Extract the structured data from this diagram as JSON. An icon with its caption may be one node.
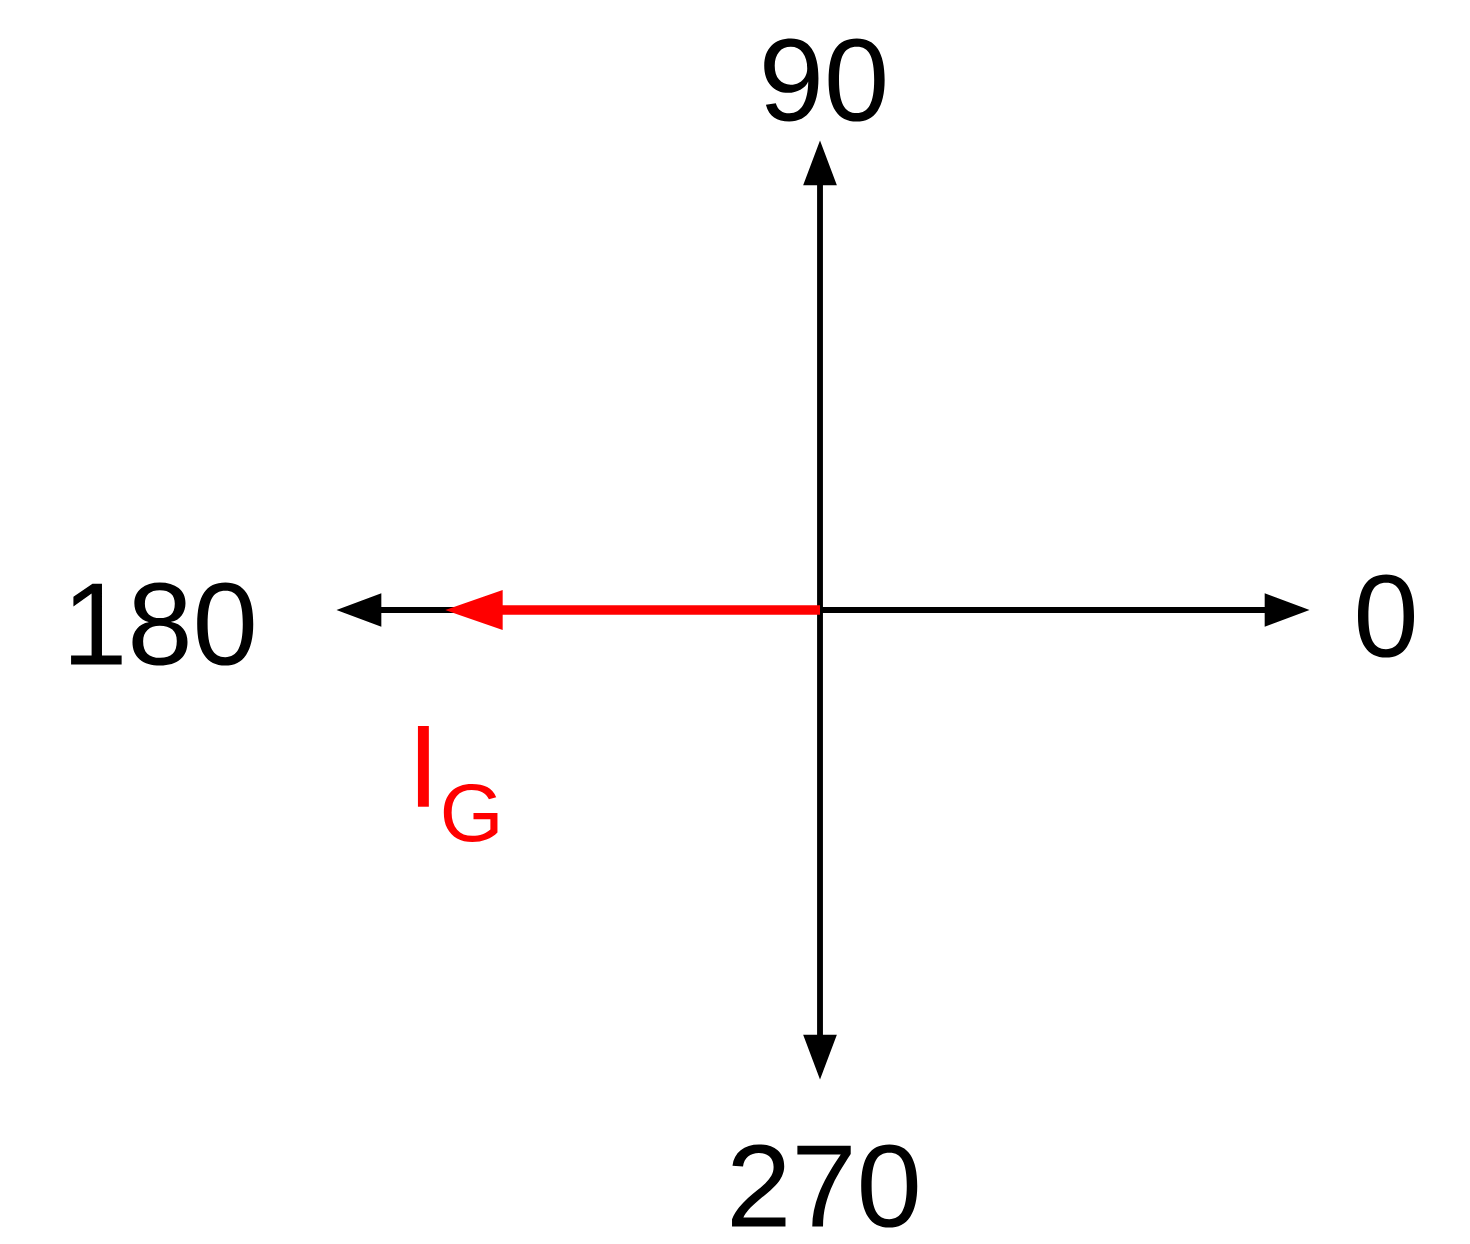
{
  "diagram": {
    "labels": [
      "90",
      "0",
      "180",
      "270",
      "I$_{G}$"
    ]
  }
}
